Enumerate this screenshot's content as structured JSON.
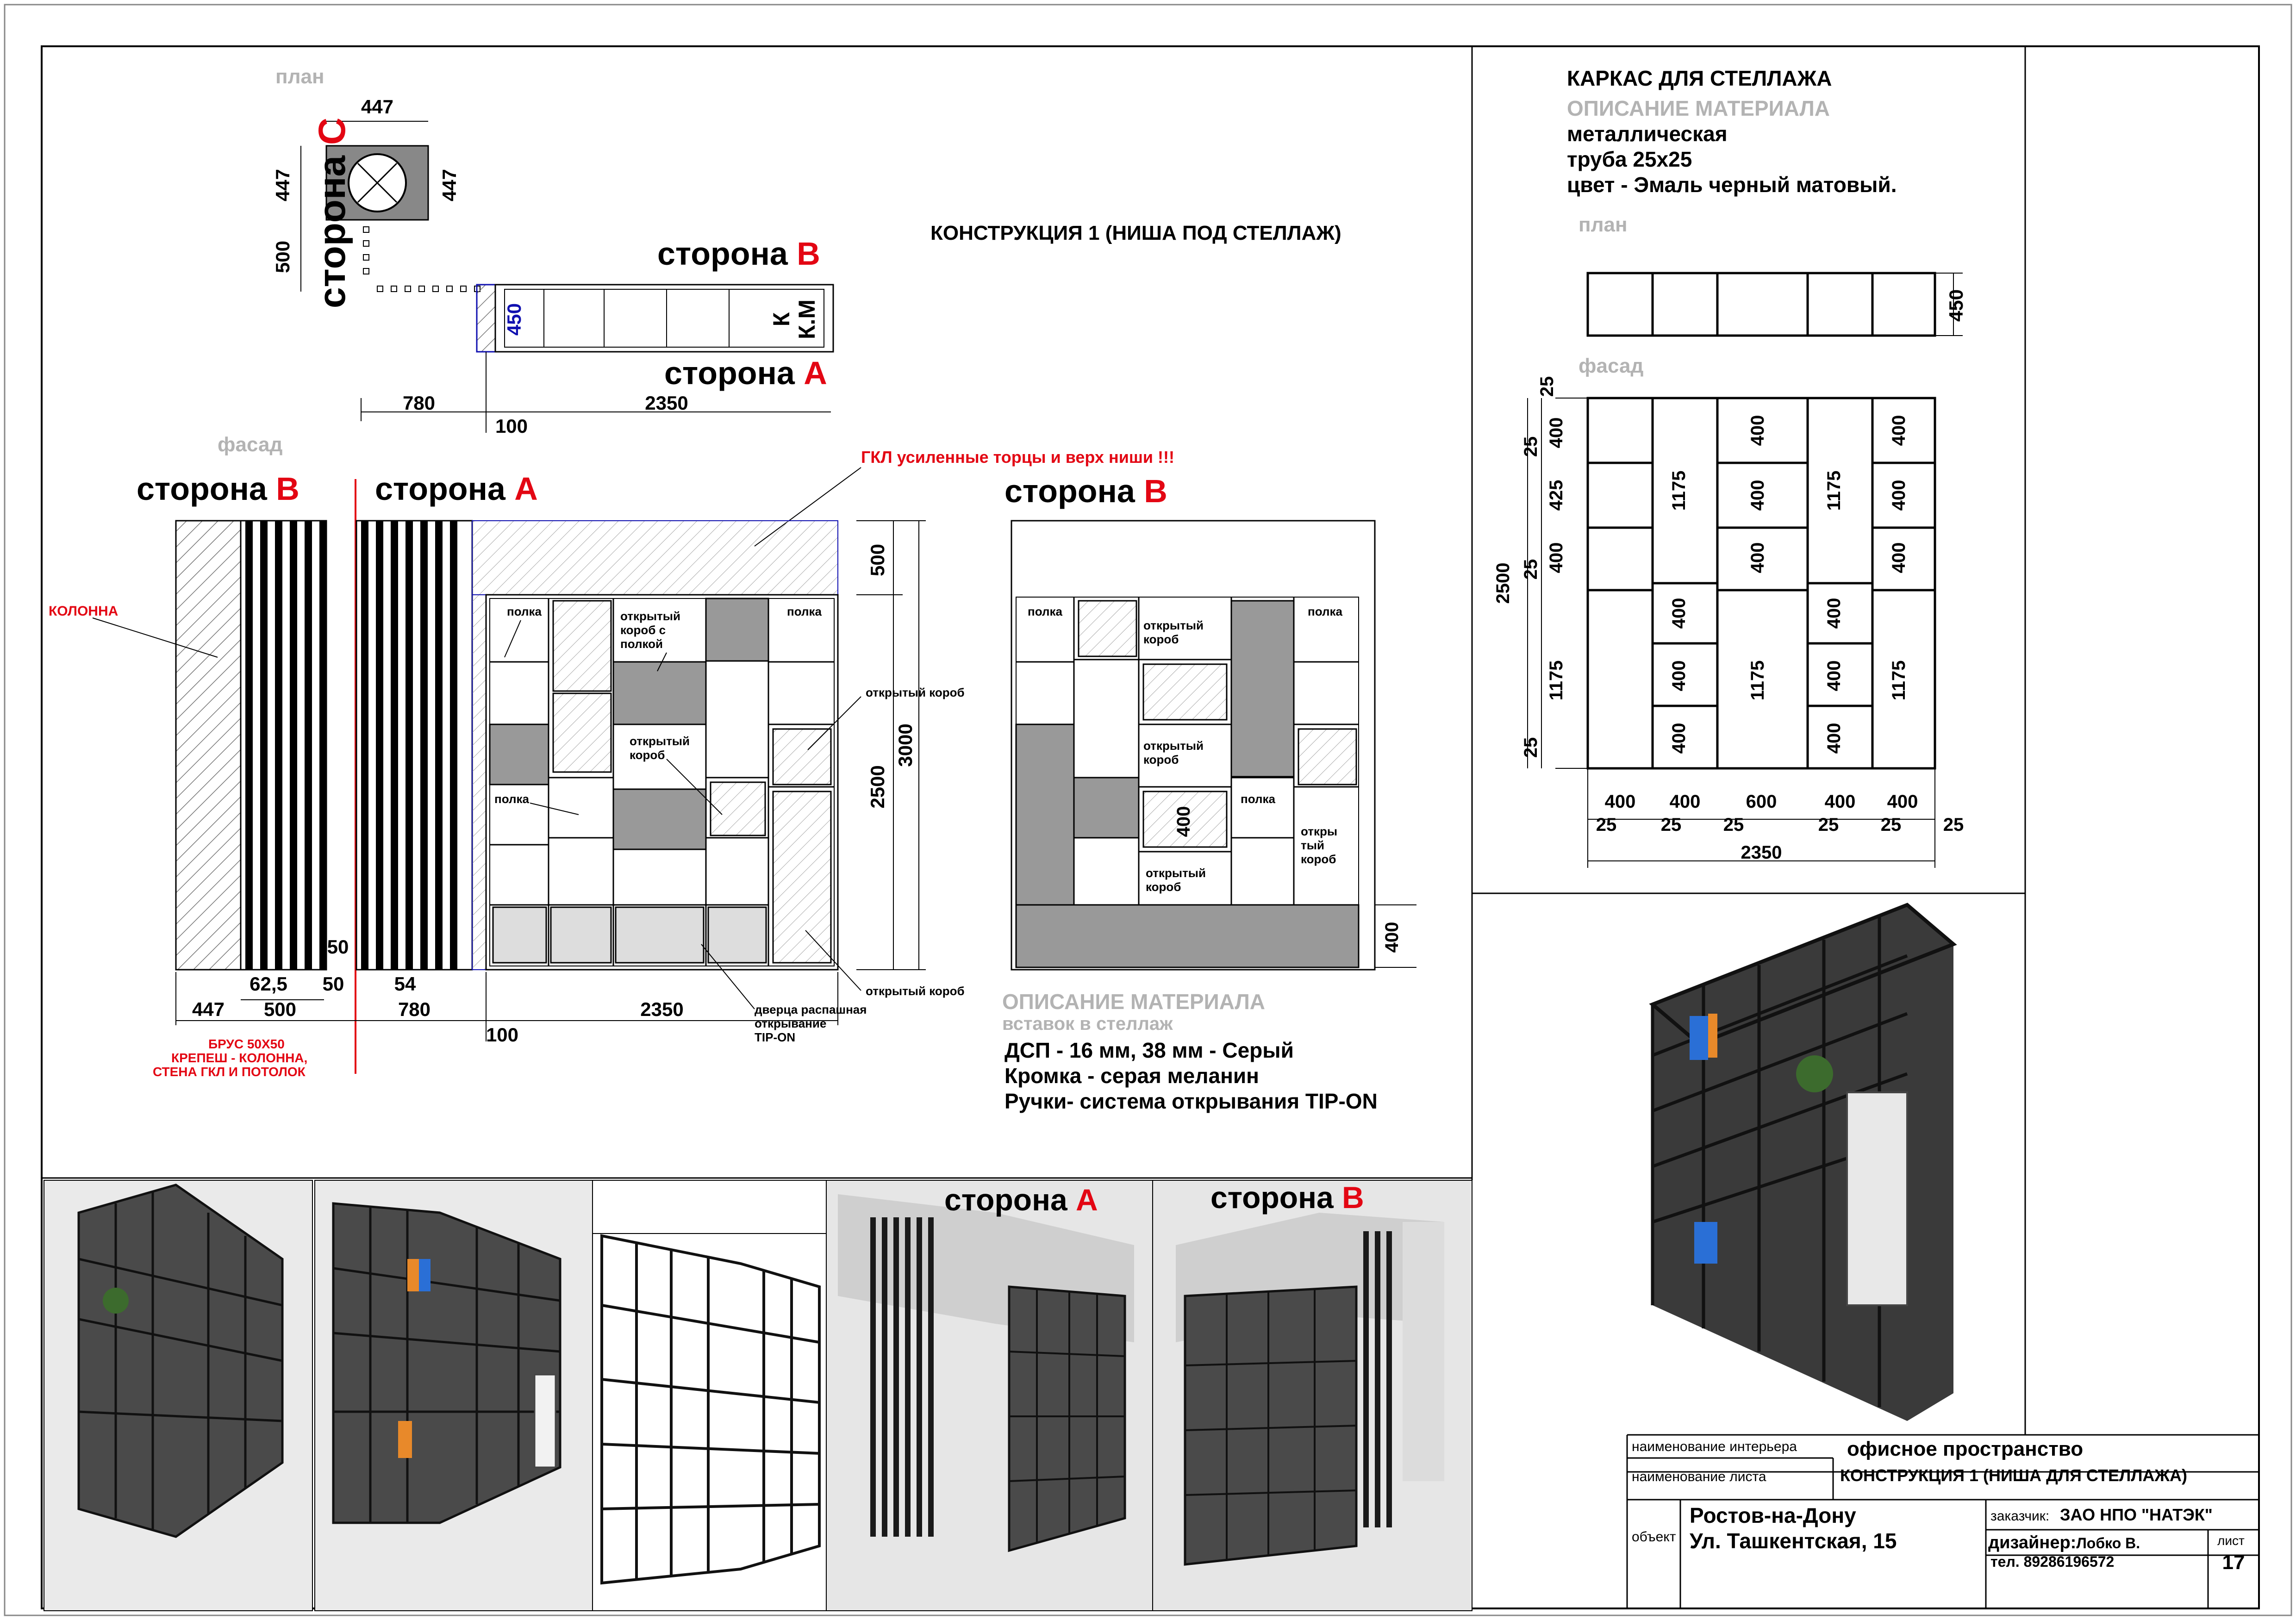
{
  "left_panel": {
    "plan_label": "план",
    "side_c": {
      "word": "сторона",
      "letter": "С"
    },
    "side_b": {
      "word": "сторона",
      "letter": "В"
    },
    "side_a": {
      "word": "сторона",
      "letter": "А"
    },
    "plan_dims": {
      "col_w": "447",
      "col_h": "447",
      "col_h2": "447",
      "gap": "500",
      "depth": "450",
      "left_w": "780",
      "main_w": "2350",
      "offset": "100",
      "km1": "К",
      "km2": "К.М"
    },
    "construction_title": "КОНСТРУКЦИЯ 1 (НИША ПОД СТЕЛЛАЖ)",
    "facade_label": "фасад",
    "gkl_note": "ГКЛ усиленные торцы и верх ниши !!!",
    "column_label": "КОЛОННА",
    "bottom_note": [
      "БРУС 50Х50",
      "КРЕПЕШ - КОЛОННА,",
      "СТЕНА ГКЛ И ПОТОЛОК"
    ],
    "facade_dims": {
      "d447": "447",
      "d500": "500",
      "d62": "62,5",
      "d50a": "50",
      "d50b": "50",
      "d54": "54",
      "d780": "780",
      "d2350": "2350",
      "d100": "100",
      "h500": "500",
      "h2500": "2500",
      "h3000": "3000"
    },
    "facade_labels": {
      "polka1": "полка",
      "open1": "открытый",
      "open1b": "короб с",
      "open1c": "полкой",
      "polka2": "полка",
      "open_box_right": "открытый короб",
      "open2a": "открытый",
      "open2b": "короб",
      "polka3": "полка",
      "open_box_bottom": "открытый короб",
      "door1": "дверца распашная",
      "door2": "открывание",
      "door3": "TIP-ON"
    },
    "side_b_facade": {
      "polka1": "полка",
      "open1a": "открытый",
      "open1b": "короб",
      "polka2": "полка",
      "open2a": "открытый",
      "open2b": "короб",
      "v400": "400",
      "polka3": "полка",
      "open3a": "откры",
      "open3b": "тый",
      "open3c": "короб",
      "open4a": "открытый",
      "open4b": "короб",
      "h400": "400"
    },
    "material": {
      "title": "ОПИСАНИЕ МАТЕРИАЛА",
      "subtitle": "вставок в стеллаж",
      "lines": [
        "ДСП - 16 мм, 38 мм - Серый",
        "Кромка - серая меланин",
        "Ручки- система открывания TIP-ON"
      ]
    }
  },
  "right_panel": {
    "title": "КАРКАС ДЛЯ СТЕЛЛАЖА",
    "material_title": "ОПИСАНИЕ МАТЕРИАЛА",
    "lines": [
      "металлическая",
      "труба 25х25",
      "цвет - Эмаль черный матовый."
    ],
    "plan_label": "план",
    "plan_depth": "450",
    "facade_label": "фасад",
    "dims": {
      "total_h": "2500",
      "left_25top": "25",
      "left_25a": "25",
      "left_400a": "400",
      "left_425": "425",
      "left_25b": "25",
      "left_400b": "400",
      "left_1175": "1175",
      "left_25c": "25",
      "col2_1175": "1175",
      "col2_400a": "400",
      "col2_400b": "400",
      "col2_400c": "400",
      "col3_400a": "400",
      "col3_400b": "400",
      "col3_400c": "400",
      "col3_1175": "1175",
      "col4_1175": "1175",
      "col4_400a": "400",
      "col4_400b": "400",
      "col4_400c": "400",
      "col5_400a": "400",
      "col5_400b": "400",
      "col5_400c": "400",
      "col5_1175": "1175",
      "w400a": "400",
      "w400b": "400",
      "w600": "600",
      "w400c": "400",
      "w400d": "400",
      "g25a": "25",
      "g25b": "25",
      "g25c": "25",
      "g25d": "25",
      "g25e": "25",
      "g25f": "25",
      "total_w": "2350"
    }
  },
  "renders": {
    "side_a": {
      "word": "сторона",
      "letter": "А"
    },
    "side_b": {
      "word": "сторона",
      "letter": "В"
    }
  },
  "title_block": {
    "interior_label": "наименование интерьера",
    "interior_value": "офисное пространство",
    "sheet_label": "наименование листа",
    "sheet_value": "КОНСТРУКЦИЯ 1 (НИША ДЛЯ СТЕЛЛАЖА)",
    "object_label": "объект",
    "city": "Ростов-на-Дону",
    "street": "Ул. Ташкентская, 15",
    "client_label": "заказчик:",
    "client": "ЗАО НПО \"НАТЭК\"",
    "designer_label": "дизайнер:",
    "designer": "Лобко В.",
    "phone": "тел. 89286196572",
    "sheet_no_label": "лист",
    "sheet_no": "17"
  }
}
